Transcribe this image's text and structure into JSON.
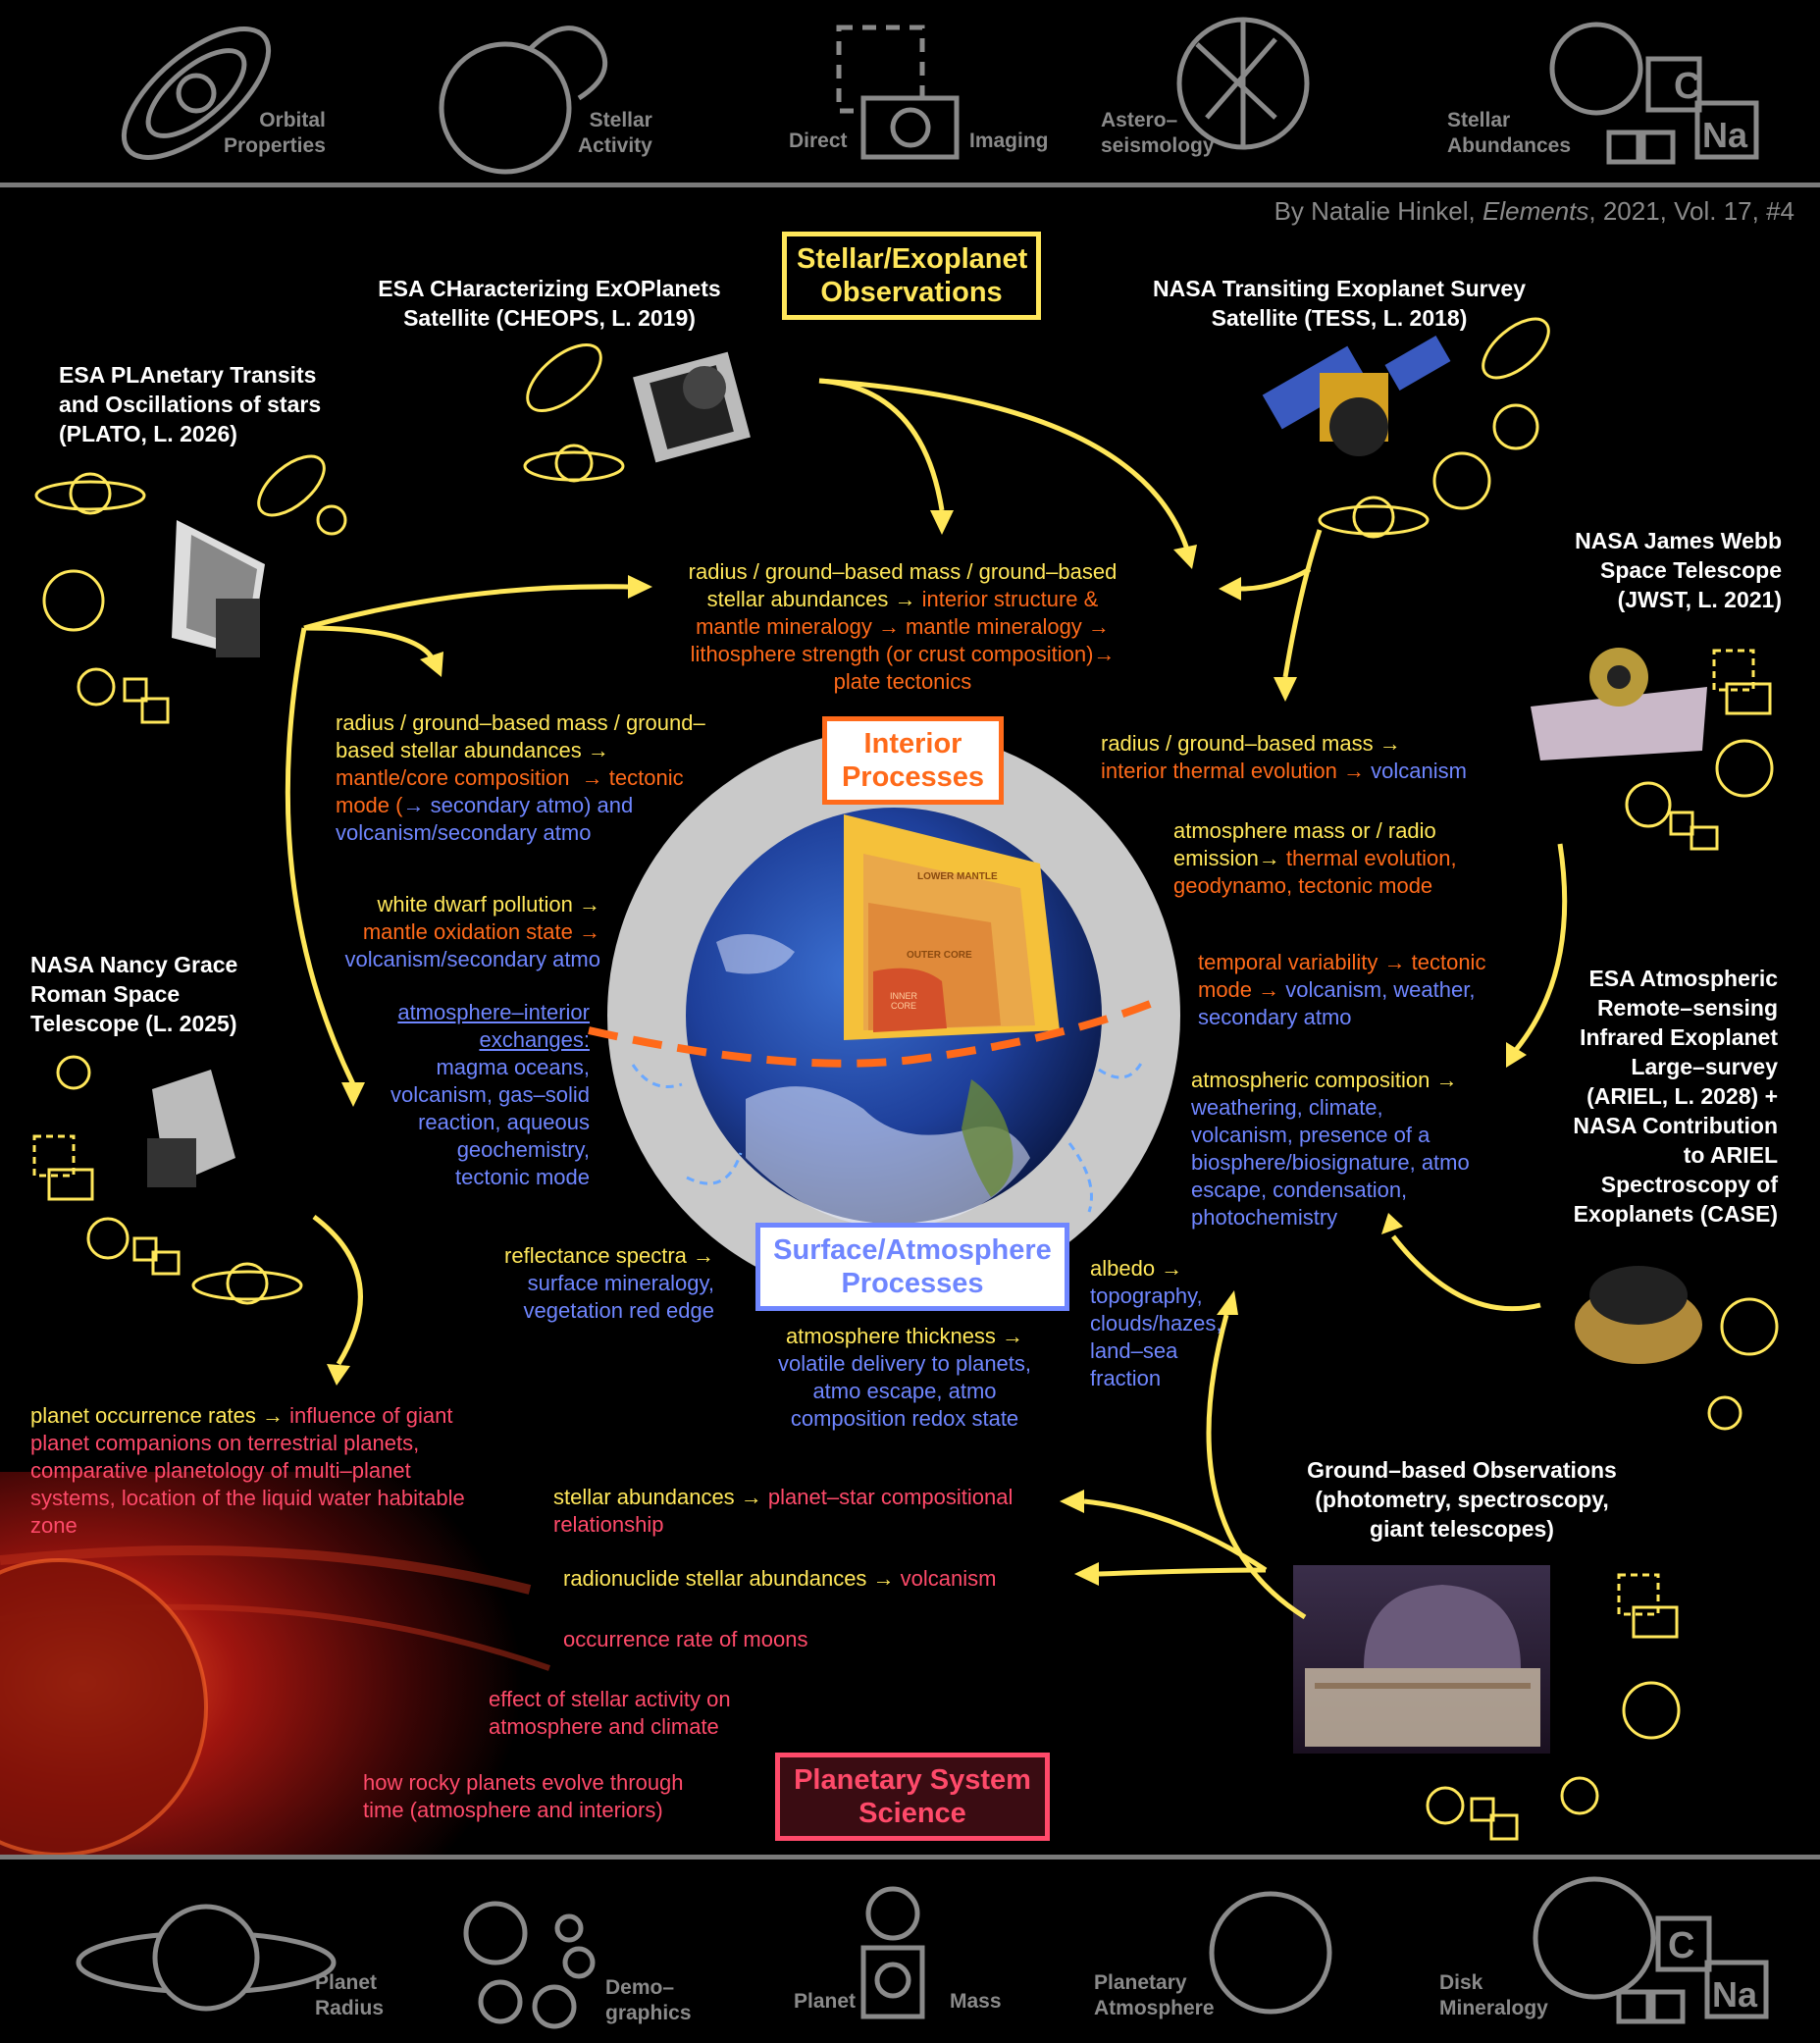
{
  "header": {
    "icons": [
      {
        "name": "orbital-properties-icon",
        "label": "Orbital\nProperties"
      },
      {
        "name": "stellar-activity-icon",
        "label": "Stellar\nActivity"
      },
      {
        "name": "direct-imaging-icon",
        "label_left": "Direct",
        "label_right": "Imaging"
      },
      {
        "name": "asteroseismology-icon",
        "label": "Astero–\nseismology"
      },
      {
        "name": "stellar-abundances-icon",
        "label": "Stellar\nAbundances",
        "el1": "C",
        "el2": "Na"
      }
    ],
    "credit_prefix": "By Natalie Hinkel, ",
    "credit_journal": "Elements",
    "credit_suffix": ", 2021, Vol. 17, #4"
  },
  "boxes": {
    "observations": "Stellar/Exoplanet\nObservations",
    "interior": "Interior\nProcesses",
    "surface": "Surface/Atmosphere\nProcesses",
    "planetary": "Planetary System\nScience"
  },
  "missions": {
    "cheops": "ESA CHaracterizing ExOPlanets\nSatellite (CHEOPS, L. 2019)",
    "tess": "NASA Transiting Exoplanet Survey\nSatellite (TESS, L. 2018)",
    "plato": "ESA PLAnetary Transits\nand Oscillations of stars\n(PLATO, L. 2026)",
    "jwst": "NASA James Webb\nSpace Telescope\n(JWST, L. 2021)",
    "roman": "NASA Nancy Grace\nRoman Space\nTelescope (L. 2025)",
    "ariel": "ESA Atmospheric\nRemote–sensing\nInfrared Exoplanet\nLarge–survey\n(ARIEL, L. 2028) +\nNASA Contribution\nto ARIEL\nSpectroscopy of\nExoplanets (CASE)",
    "ground": "Ground–based Observations\n(photometry, spectroscopy,\ngiant telescopes)"
  },
  "notes": {
    "top_center_y": "radius / ground–based mass / ground–based\nstellar abundances → ",
    "top_center_o": "interior structure &\nmantle mineralogy → mantle mineralogy →\nlithosphere strength (or crust composition)→\nplate tectonics",
    "left1_y": "radius / ground–based mass / ground–\nbased stellar abundances →",
    "left1_o": "mantle/core composition  → tectonic\nmode (",
    "left1_b": "→ secondary atmo) and\nvolcanism/secondary atmo",
    "left2_y": "white dwarf pollution →",
    "left2_o": "mantle oxidation state →",
    "left2_b": "volcanism/secondary atmo",
    "left3_link": "atmosphere–interior\nexchanges:",
    "left3_b": "magma oceans,\nvolcanism, gas–solid\nreaction, aqueous\ngeochemistry,\ntectonic mode",
    "reflect_y": "reflectance spectra →",
    "reflect_b": "surface mineralogy,\nvegetation red edge",
    "thick_y": "atmosphere thickness →",
    "thick_b": "volatile delivery to planets,\natmo escape, atmo\ncomposition redox state",
    "albedo_y": "albedo →",
    "albedo_b": "topography,\nclouds/hazes,\nland–sea\nfraction",
    "right1_y": "radius / ground–based mass →",
    "right1_o": "interior thermal evolution → ",
    "right1_b": "volcanism",
    "right2_y": "atmosphere mass or / radio\nemission→ ",
    "right2_o": "thermal evolution,\ngeodynamo, tectonic mode",
    "right3_o": "temporal variability → tectonic\nmode → ",
    "right3_b": "volcanism, weather,\nsecondary atmo",
    "right4_y": "atmospheric composition →",
    "right4_b": "weathering, climate,\nvolcanism, presence of a\nbiosphere/biosignature, atmo\nescape, condensation,\nphotochemistry",
    "occ_y": "planet occurrence rates → ",
    "occ_p": "influence of giant\nplanet companions on terrestrial planets,\ncomparative planetology of multi–planet\nsystems, location of the liquid water habitable\nzone",
    "stellar_y": "stellar abundances → ",
    "stellar_p": "planet–star compositional\nrelationship",
    "radio_y": "radionuclide stellar abundances → ",
    "radio_p": "volcanism",
    "moons_p": "occurrence rate of moons",
    "activity_p": "effect of stellar activity on\natmosphere and climate",
    "rocky_p": "how rocky planets evolve through\ntime (atmosphere and interiors)"
  },
  "earth": {
    "lower_mantle": "LOWER MANTLE",
    "outer_core": "OUTER CORE",
    "inner_core": "INNER\nCORE"
  },
  "footer": {
    "icons": [
      {
        "name": "planet-radius-icon",
        "label": "Planet\nRadius"
      },
      {
        "name": "demographics-icon",
        "label": "Demo–\ngraphics"
      },
      {
        "name": "planet-mass-icon",
        "label_left": "Planet",
        "label_right": "Mass"
      },
      {
        "name": "planetary-atmosphere-icon",
        "label": "Planetary\nAtmosphere"
      },
      {
        "name": "disk-mineralogy-icon",
        "label": "Disk\nMineralogy",
        "el1": "C",
        "el2": "Na"
      }
    ]
  },
  "colors": {
    "yellow": "#ffe75a",
    "orange": "#ff6a1a",
    "blue": "#6f86ff",
    "pink": "#ff4a6a",
    "gray": "#8a8a8a"
  }
}
